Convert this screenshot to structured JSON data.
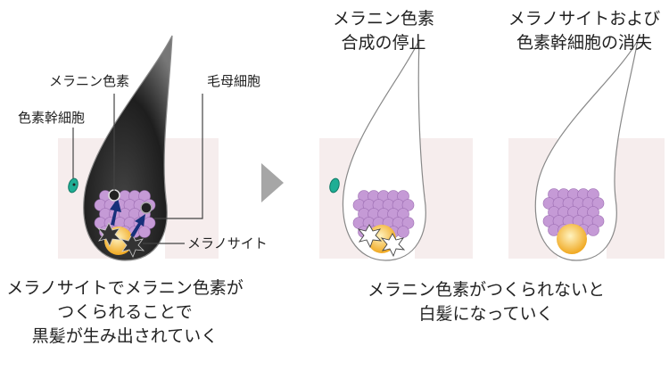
{
  "colors": {
    "skin": "#f6eded",
    "cell": "#c59ad6",
    "cellStroke": "#9a6bb0",
    "core": "#f5b733",
    "stem": "#1fae95",
    "arrow": "#17307a",
    "hairDark": "#2b2b2b",
    "divider": "#a6a6a6"
  },
  "left_panel": {
    "labels": {
      "melanin": "メラニン色素",
      "matrix_cells": "毛母細胞",
      "stem_cells": "色素幹細胞",
      "melanocyte": "メラノサイト"
    },
    "caption": [
      "メラノサイトでメラニン色素が",
      "つくられることで",
      "黒髪が生み出されていく"
    ]
  },
  "middle_panel": {
    "title": [
      "メラニン色素",
      "合成の停止"
    ]
  },
  "right_panel": {
    "title": [
      "メラノサイトおよび",
      "色素幹細胞の消失"
    ]
  },
  "right_caption": [
    "メラニン色素がつくられないと",
    "白髪になっていく"
  ]
}
